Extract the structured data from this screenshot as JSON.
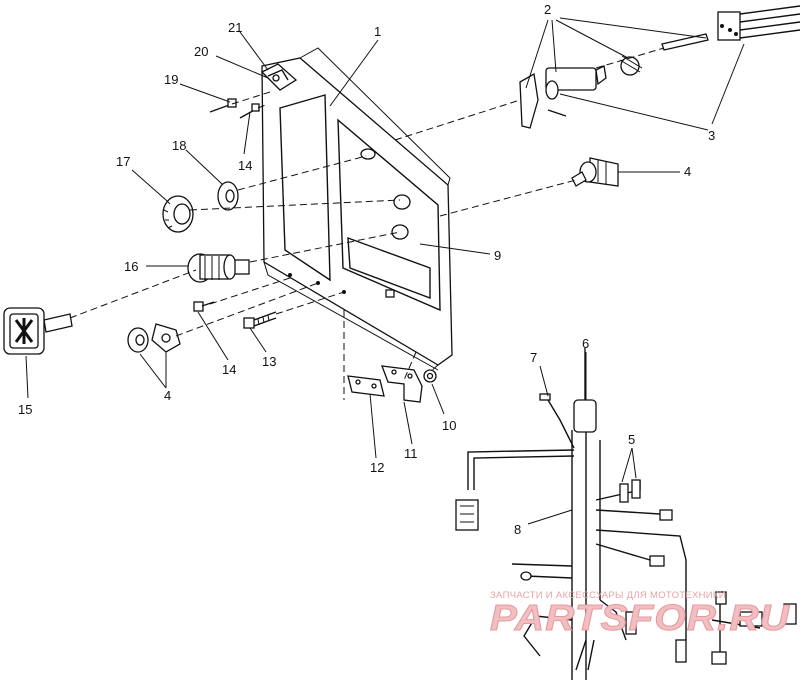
{
  "callouts": [
    {
      "id": "1",
      "text": "1"
    },
    {
      "id": "2",
      "text": "2"
    },
    {
      "id": "3",
      "text": "3"
    },
    {
      "id": "4a",
      "text": "4"
    },
    {
      "id": "4b",
      "text": "4"
    },
    {
      "id": "5",
      "text": "5"
    },
    {
      "id": "6",
      "text": "6"
    },
    {
      "id": "7",
      "text": "7"
    },
    {
      "id": "8",
      "text": "8"
    },
    {
      "id": "9",
      "text": "9"
    },
    {
      "id": "10",
      "text": "10"
    },
    {
      "id": "11",
      "text": "11"
    },
    {
      "id": "12",
      "text": "12"
    },
    {
      "id": "13",
      "text": "13"
    },
    {
      "id": "14a",
      "text": "14"
    },
    {
      "id": "14b",
      "text": "14"
    },
    {
      "id": "15",
      "text": "15"
    },
    {
      "id": "16",
      "text": "16"
    },
    {
      "id": "17",
      "text": "17"
    },
    {
      "id": "18",
      "text": "18"
    },
    {
      "id": "19",
      "text": "19"
    },
    {
      "id": "20",
      "text": "20"
    },
    {
      "id": "21",
      "text": "21"
    }
  ],
  "watermark": {
    "tagline": "ЗАПЧАСТИ И АКСЕССУАРЫ ДЛЯ МОТОТЕХНИКИ",
    "brand": "PARTSFOR.RU",
    "color": "#e79a9e"
  }
}
